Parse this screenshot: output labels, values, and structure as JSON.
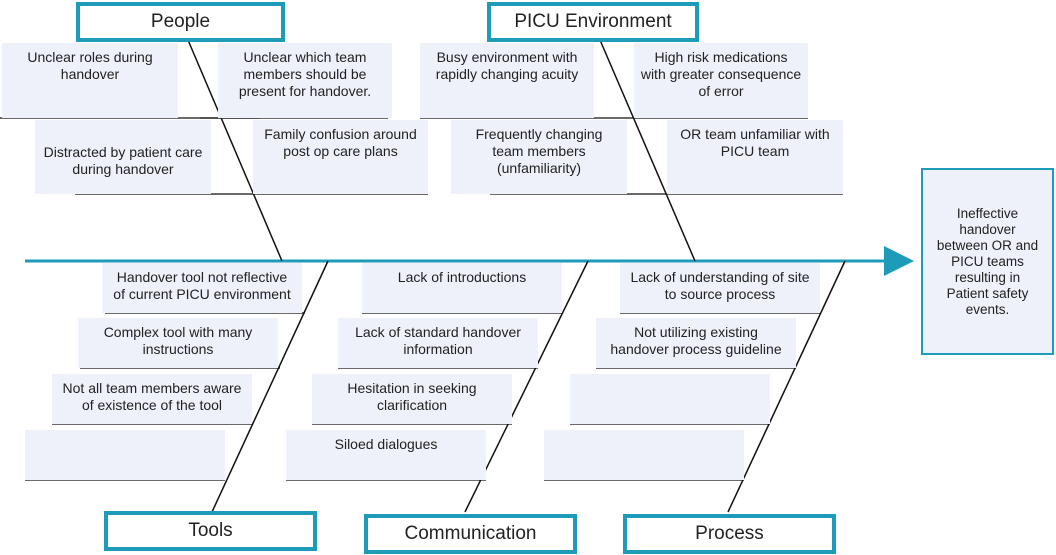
{
  "effect": "Ineffective\nhandover\nbetween OR and\nPICU teams\nresulting in\nPatient safety\nevents.",
  "categories": {
    "people": "People",
    "picu_environment": "PICU Environment",
    "tools": "Tools",
    "communication": "Communication",
    "process": "Process"
  },
  "causes": {
    "people": [
      "Unclear roles during\nhandover",
      "Unclear which team\nmembers should be\npresent for handover.",
      "Distracted by patient care\nduring handover",
      "Family confusion around\npost op care plans"
    ],
    "picu_environment": [
      "Busy environment with\nrapidly changing acuity",
      "High risk medications\nwith greater consequence\nof error",
      "Frequently changing\nteam members\n(unfamiliarity)",
      "OR team unfamiliar with\nPICU team"
    ],
    "tools": [
      "Handover tool not reflective\nof current PICU environment",
      "Complex tool with many\ninstructions",
      "Not all team members aware\nof existence of the tool",
      ""
    ],
    "communication": [
      "Lack of introductions",
      "Lack of standard handover\ninformation",
      "Hesitation in seeking\nclarification",
      "Siloed dialogues"
    ],
    "process": [
      "Lack of understanding of site\nto source process",
      "Not utilizing existing\nhandover process guideline",
      "",
      ""
    ]
  },
  "colors": {
    "accent": "#1e9bb8",
    "cause_fill": "#eef0fa",
    "line": "#111111"
  }
}
